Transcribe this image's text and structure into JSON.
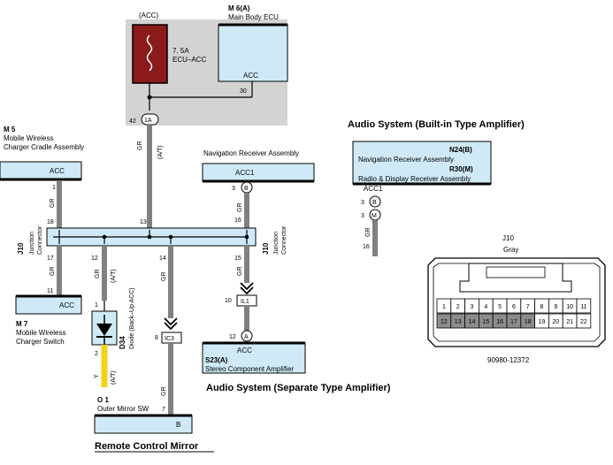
{
  "fuse": {
    "supply": "(ACC)",
    "rating": "7. 5A",
    "name": "ECU–ACC"
  },
  "ecu": {
    "code": "M 6(A)",
    "name": "Main Body ECU",
    "terminal": "ACC",
    "pin": "30"
  },
  "connector_1a": {
    "pin": "42",
    "id": "1A"
  },
  "wire_labels": {
    "gr": "GR",
    "at": "(A/T)",
    "y": "Y"
  },
  "m5": {
    "code": "M 5",
    "name_line1": "Mobile Wireless",
    "name_line2": "Charger Cradle Assembly",
    "terminal": "ACC",
    "pin": "1"
  },
  "nav_left": {
    "name": "Navigation Receiver Assembly",
    "terminal": "ACC1",
    "pin": "3",
    "conn": "B"
  },
  "j10": {
    "code": "J10",
    "name_line1": "Junction",
    "name_line2": "Connector",
    "pins": {
      "p18": "18",
      "p13": "13",
      "p16": "16",
      "p17": "17",
      "p12": "12",
      "p14": "14",
      "p15": "15"
    }
  },
  "m7": {
    "code": "M 7",
    "name_line1": "Mobile Wireless",
    "name_line2": "Charger Switch",
    "terminal": "ACC",
    "pin": "11"
  },
  "d34": {
    "code": "D34",
    "name": "Diode (Back–Up ACC)",
    "pin_top": "1",
    "pin_bottom": "2"
  },
  "ic3": {
    "pin": "8",
    "id": "IC3"
  },
  "il1": {
    "pin": "10",
    "id": "IL1"
  },
  "s23": {
    "code": "S23(A)",
    "name": "Stereo Component Amplifier",
    "terminal": "ACC",
    "pin": "12",
    "conn": "A"
  },
  "o1": {
    "code": "O 1",
    "name": "Outer Mirror SW",
    "terminal": "B",
    "pin": "7"
  },
  "titles": {
    "builtin": "Audio System (Built-in Type Amplifier)",
    "separate": "Audio System (Separate Type Amplifier)",
    "mirror": "Remote Control Mirror"
  },
  "right_box": {
    "code1": "N24(B)",
    "name1": "Navigation Receiver Assembly",
    "code2": "R30(M)",
    "name2": "Radio & Display Receiver Assembly",
    "terminal": "ACC1",
    "pin_b": "3",
    "conn_b": "B",
    "pin_m": "3",
    "conn_m": "M",
    "wire": "GR",
    "pin_16": "16"
  },
  "connector_view": {
    "code": "J10",
    "color": "Gray",
    "part_no": "90980-12372",
    "top_row": [
      "1",
      "2",
      "3",
      "4",
      "5",
      "6",
      "7",
      "8",
      "9",
      "10",
      "11"
    ],
    "bottom_row": [
      "12",
      "13",
      "14",
      "15",
      "16",
      "17",
      "18",
      "19",
      "20",
      "21",
      "22"
    ]
  },
  "colors": {
    "component_fill": "#cfeaf6",
    "fuse_fill": "#8b1a1a",
    "ecu_area": "#d3d3d3",
    "wire_gray": "#808080",
    "wire_yellow": "#f2d21b",
    "pin_gray": "#8c8c8c"
  }
}
